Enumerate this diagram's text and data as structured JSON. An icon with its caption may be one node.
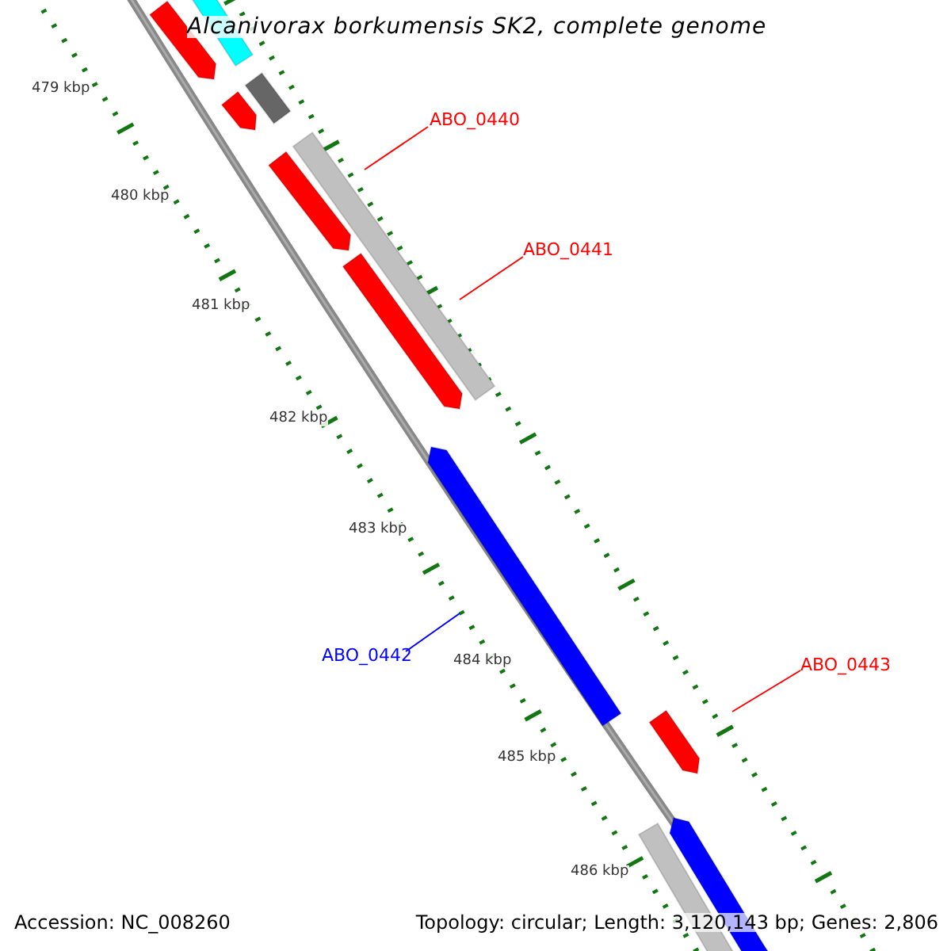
{
  "diagram": {
    "title": "Alcanivorax borkumensis SK2, complete genome",
    "nodes": [
      {
        "text": [
          "ABO_0440"
        ]
      },
      {
        "text": [
          "ABO_0441"
        ]
      },
      {
        "text": [
          "ABO_0442"
        ]
      },
      {
        "text": [
          "ABO_0443"
        ]
      }
    ],
    "edges": [
      {
        "from": 0,
        "to": null,
        "arrow": "none"
      },
      {
        "from": 1,
        "to": null,
        "arrow": "none"
      },
      {
        "from": 2,
        "to": null,
        "arrow": "none",
        "color": "#0000ff"
      },
      {
        "from": 3,
        "to": null,
        "arrow": "none"
      }
    ],
    "labels": [
      "479 kbp",
      "480 kbp",
      "481 kbp",
      "482 kbp",
      "483 kbp",
      "484 kbp",
      "485 kbp",
      "486 kbp",
      "Accession: NC_008260",
      "Topology: circular; Length: 3,120,143 bp; Genes: 2,806"
    ]
  }
}
